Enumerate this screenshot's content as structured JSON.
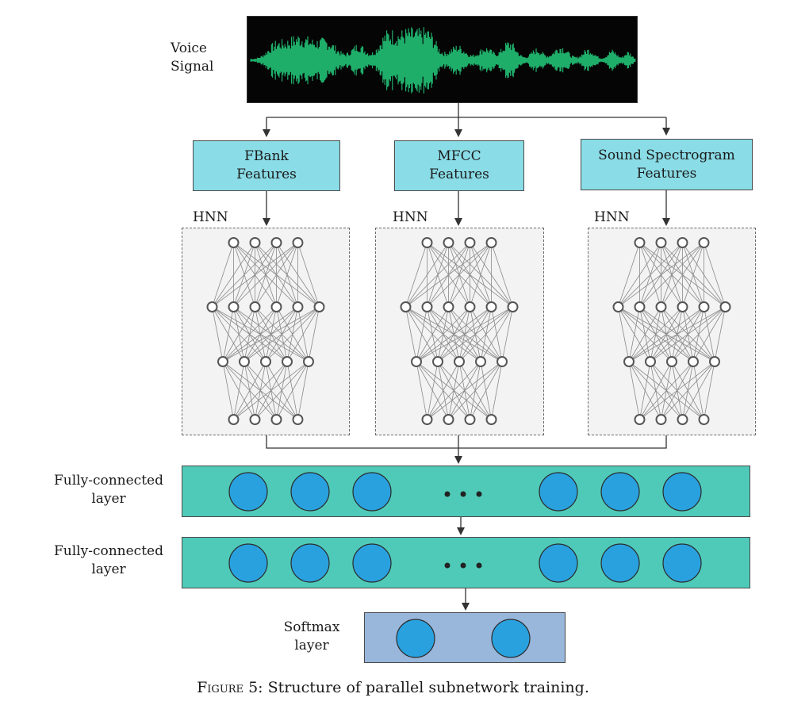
{
  "voice_signal": {
    "line1": "Voice",
    "line2": "Signal"
  },
  "features": [
    {
      "line1": "FBank",
      "line2": "Features"
    },
    {
      "line1": "MFCC",
      "line2": "Features"
    },
    {
      "line1": "Sound Spectrogram",
      "line2": "Features"
    }
  ],
  "hnn_label": "HNN",
  "fc_layers": [
    {
      "line1": "Fully-connected",
      "line2": "layer"
    },
    {
      "line1": "Fully-connected",
      "line2": "layer"
    }
  ],
  "softmax": {
    "line1": "Softmax",
    "line2": "layer"
  },
  "caption": {
    "figure": "Figure",
    "rest": " 5: Structure of parallel subnetwork training."
  },
  "colors": {
    "waveform": "#1fae6a",
    "feature_box": "#8adce6",
    "fc_layer": "#4fcab8",
    "neuron": "#2aa1df",
    "softmax_layer": "#99b6db"
  }
}
